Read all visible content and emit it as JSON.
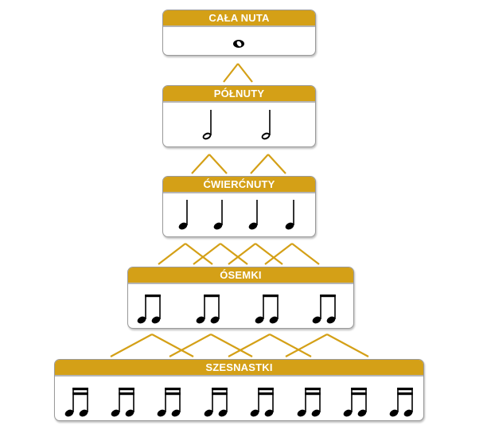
{
  "colors": {
    "accent": "#D4A017",
    "connector": "#D4A017",
    "note": "#000000"
  },
  "levels": [
    {
      "id": "whole",
      "title": "CAŁA NUTA",
      "note_type": "whole-note",
      "count": 1
    },
    {
      "id": "half",
      "title": "PÓŁNUTY",
      "note_type": "half-note",
      "count": 2
    },
    {
      "id": "quarter",
      "title": "ĆWIERĆNUTY",
      "note_type": "quarter-note",
      "count": 4
    },
    {
      "id": "eighth",
      "title": "ÓSEMKI",
      "note_type": "beamed-eighth-pair",
      "count": 4
    },
    {
      "id": "sixteenth",
      "title": "SZESNASTKI",
      "note_type": "beamed-sixteenth-pair",
      "count": 8
    }
  ]
}
